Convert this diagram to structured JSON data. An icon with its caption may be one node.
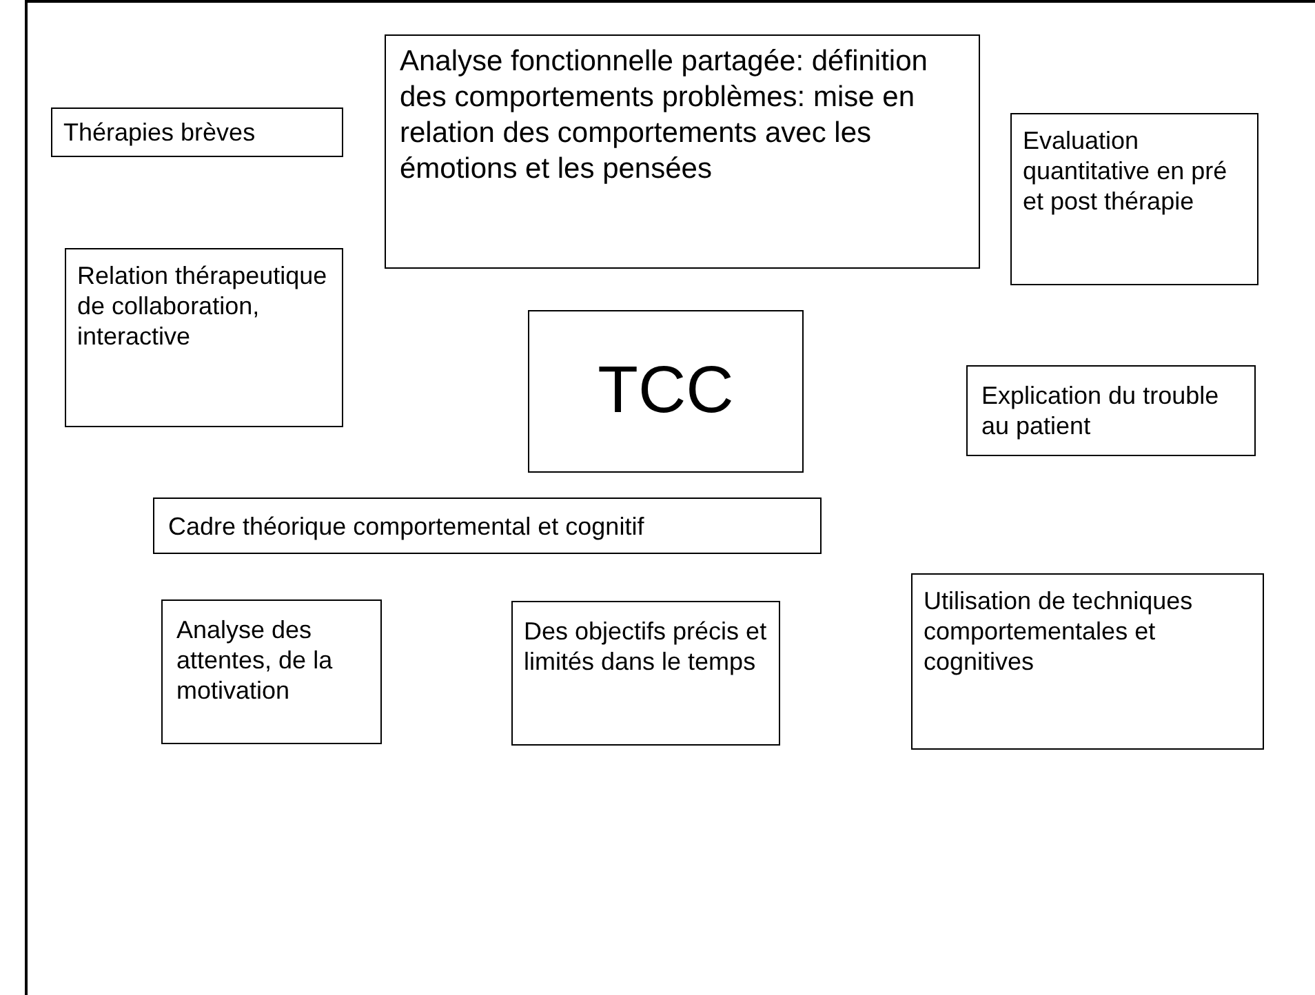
{
  "diagram": {
    "nodes": [
      {
        "text": [
          "Analyse fonctionnelle partagée: définition des comportements problèmes: mise en relation des comportements avec les émotions et les pensées"
        ]
      },
      {
        "text": [
          "Thérapies brèves"
        ]
      },
      {
        "text": [
          "Evaluation quantitative en pré et post thérapie"
        ]
      },
      {
        "text": [
          "Relation thérapeutique de collaboration, interactive"
        ]
      },
      {
        "text": [
          "TCC"
        ]
      },
      {
        "text": [
          "Explication du trouble au patient"
        ]
      },
      {
        "text": [
          "Cadre théorique comportemental et cognitif"
        ]
      },
      {
        "text": [
          "Utilisation de techniques comportementales et cognitives"
        ]
      },
      {
        "text": [
          "Analyse des attentes, de la motivation"
        ]
      },
      {
        "text": [
          "Des objectifs précis et limités dans le temps"
        ]
      }
    ]
  }
}
